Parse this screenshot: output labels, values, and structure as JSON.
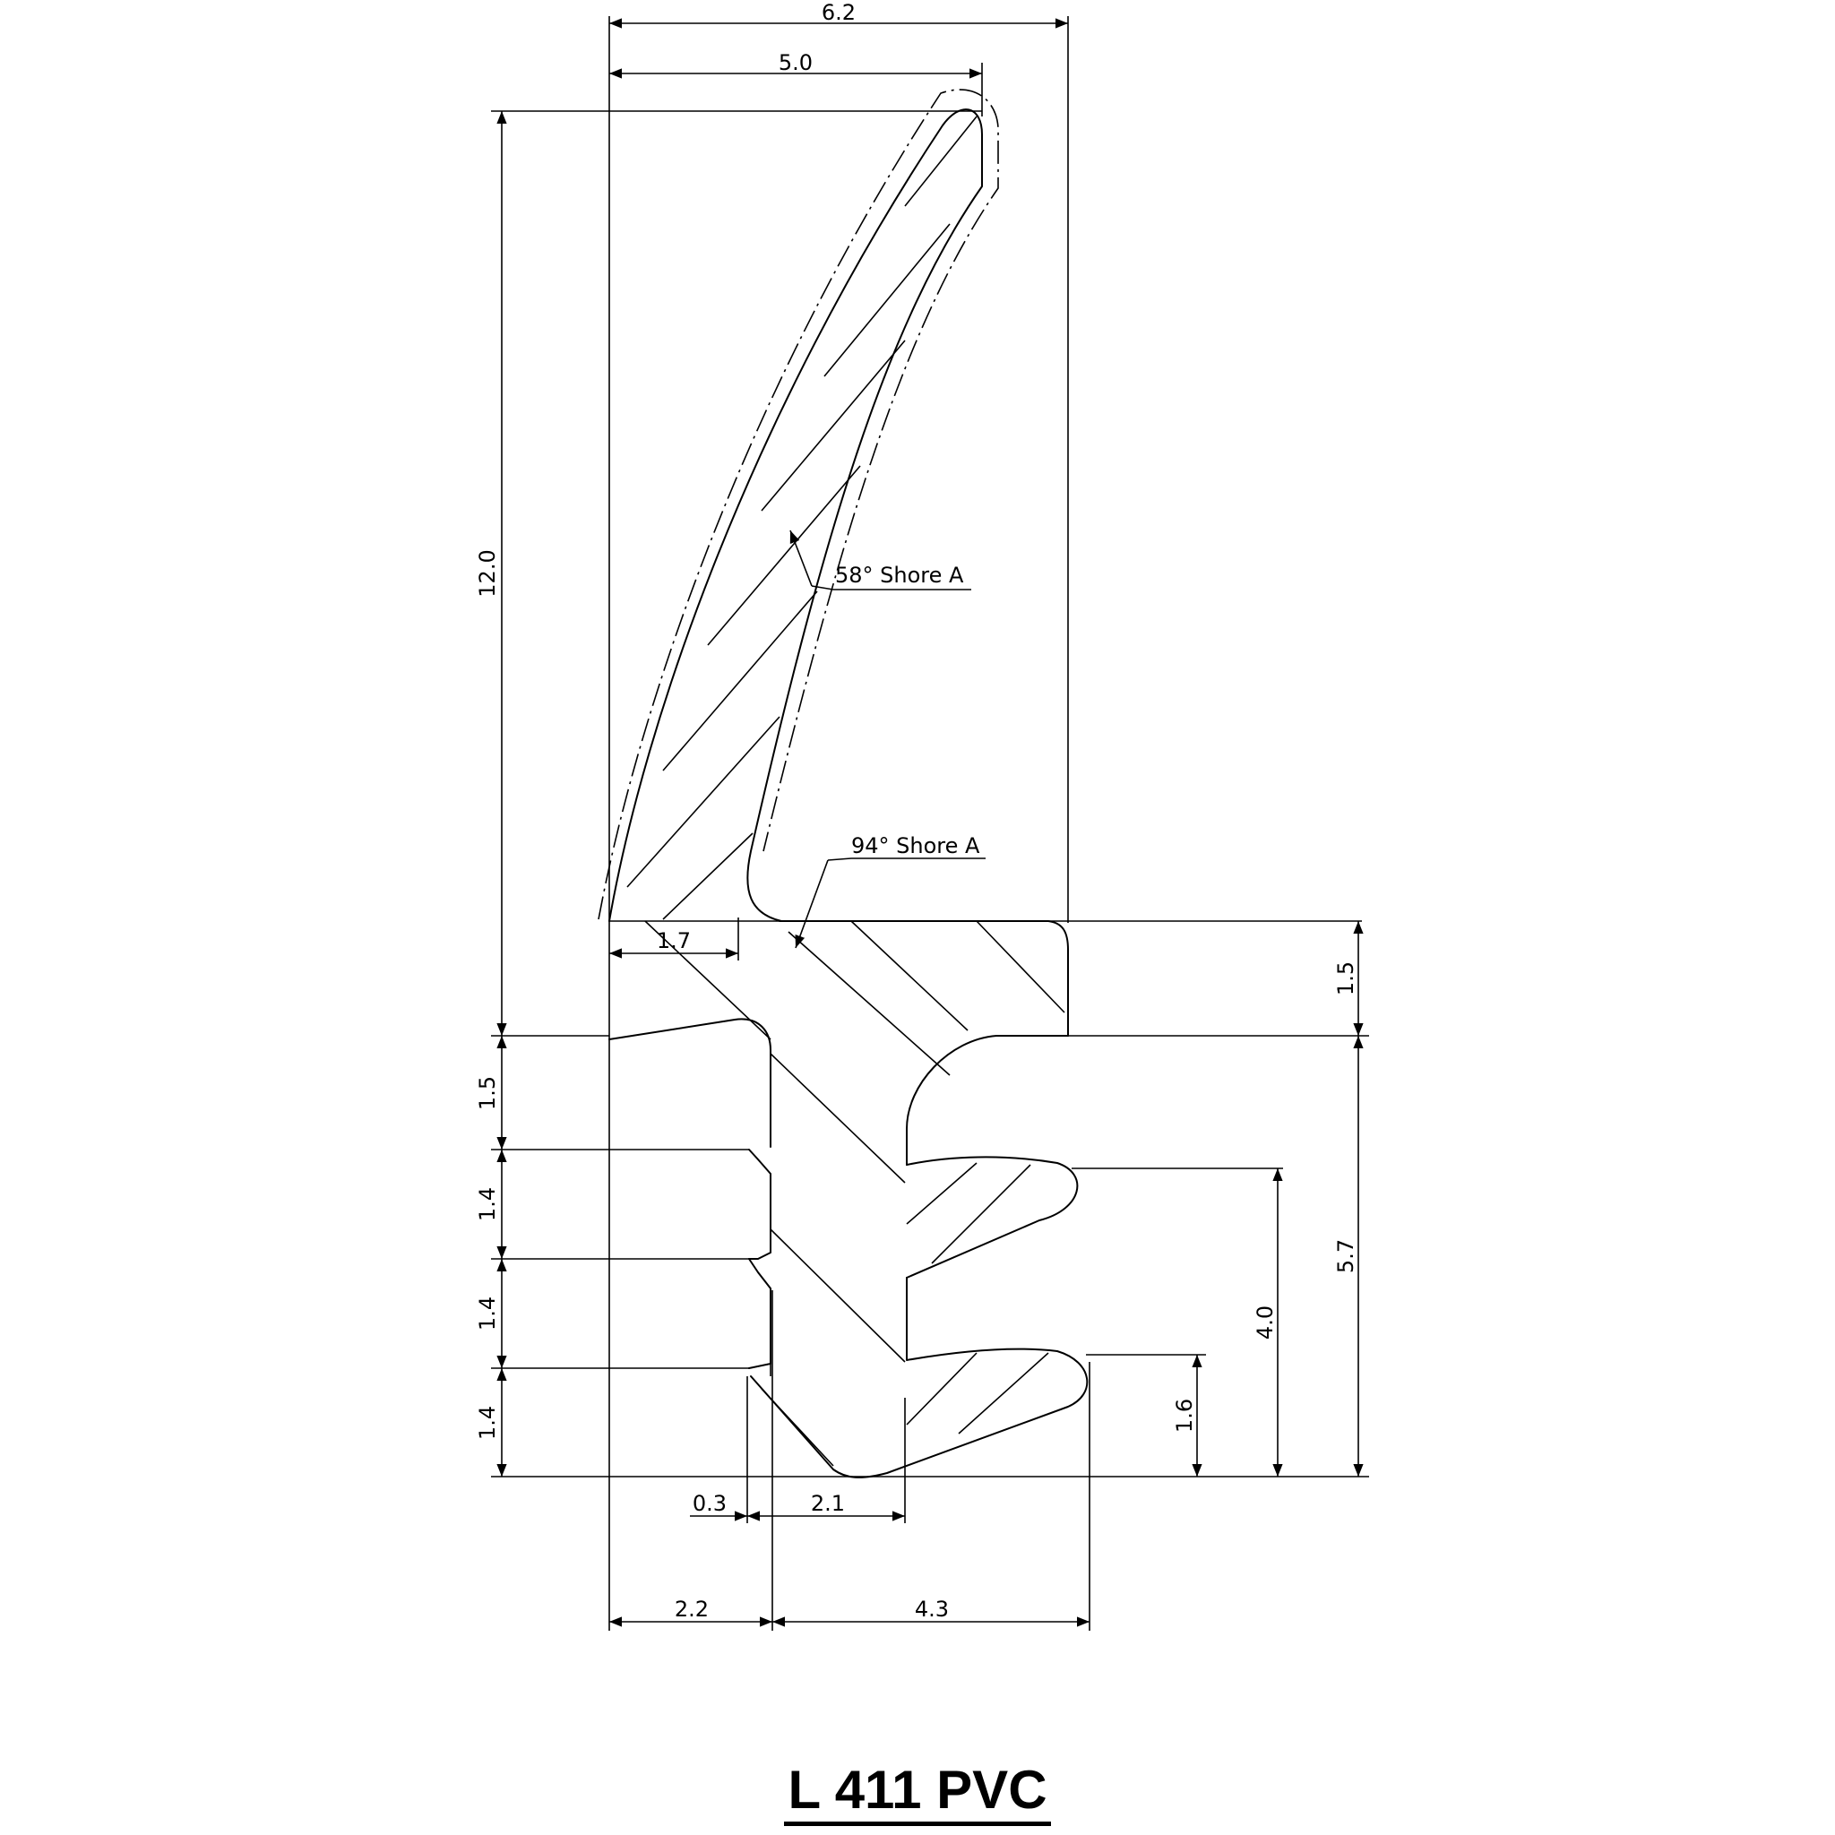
{
  "title": "L 411 PVC",
  "materials": {
    "lip": "58° Shore A",
    "base": "94° Shore A"
  },
  "dimensions": {
    "overall_width": "6.2",
    "lip_width": "5.0",
    "overall_height": "12.0",
    "lip_foot": "1.7",
    "top_step": "1.5",
    "groove_depth": "5.7",
    "left_1": "1.5",
    "left_2": "1.4",
    "left_3": "1.4",
    "left_4": "1.4",
    "fin_upper": "4.0",
    "fin_lower": "1.6",
    "gap_small": "0.3",
    "neck": "2.1",
    "left_width": "2.2",
    "right_width": "4.3"
  }
}
